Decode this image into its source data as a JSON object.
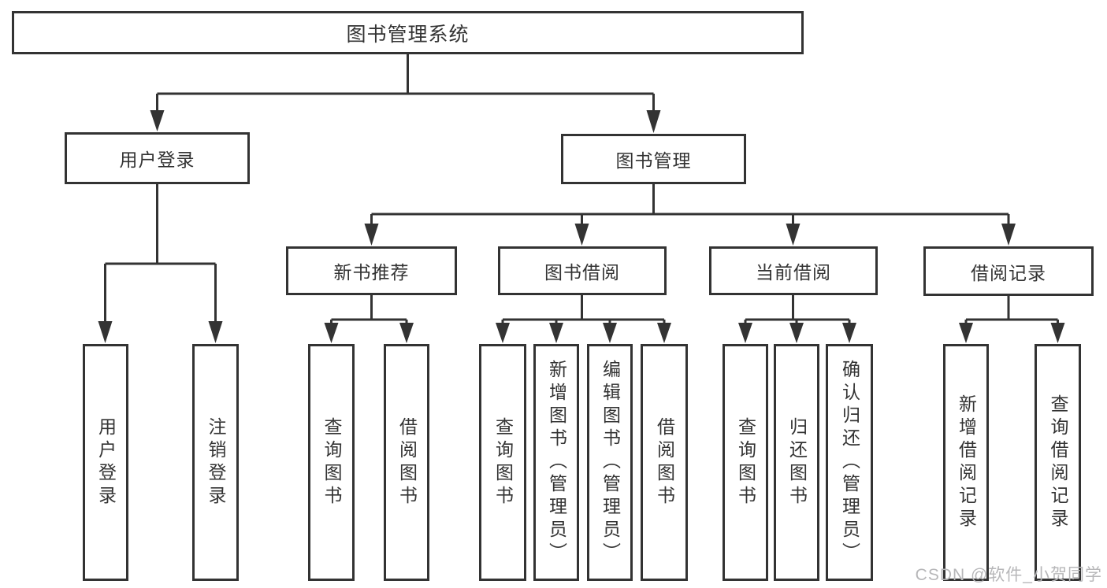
{
  "diagram": {
    "title_node": "图书管理系统",
    "user_login": {
      "label": "用户登录",
      "children": [
        "用户登录",
        "注销登录"
      ]
    },
    "book_management": {
      "label": "图书管理",
      "modules": [
        {
          "label": "新书推荐",
          "children": [
            "查询图书",
            "借阅图书"
          ]
        },
        {
          "label": "图书借阅",
          "children": [
            "查询图书",
            "新增图书（管理员）",
            "编辑图书（管理员）",
            "借阅图书"
          ]
        },
        {
          "label": "当前借阅",
          "children": [
            "查询图书",
            "归还图书",
            "确认归还（管理员）"
          ]
        },
        {
          "label": "借阅记录",
          "children": [
            "新增借阅记录",
            "查询借阅记录"
          ]
        }
      ]
    },
    "watermark": "CSDN @软件_小贺同学"
  },
  "colors": {
    "line": "#333333",
    "text": "#333333",
    "watermark": "#b7b7b9",
    "background": "#ffffff"
  }
}
